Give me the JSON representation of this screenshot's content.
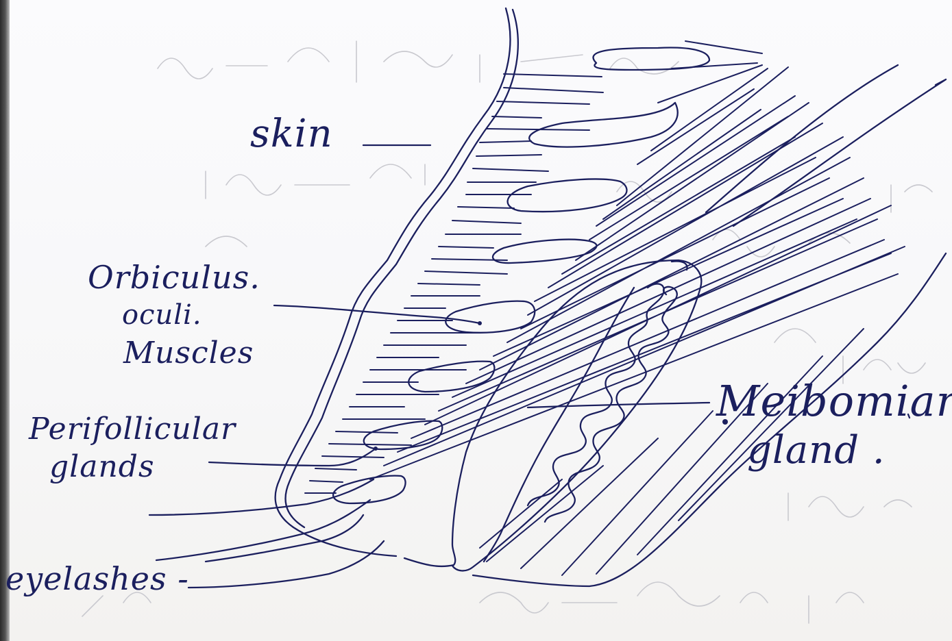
{
  "diagram": {
    "labels": {
      "skin": "skin",
      "orbicularis_line1": "Orbiculus.",
      "orbicularis_line2": "oculi.",
      "orbicularis_line3": "Muscles",
      "perifollicular_line1": "Perifollicular",
      "perifollicular_line2": "glands",
      "meibomian_line1": "Meibomian",
      "meibomian_line2": "gland .",
      "eyelashes": "eyelashes -"
    },
    "ink_color": "#1b1f5e"
  }
}
